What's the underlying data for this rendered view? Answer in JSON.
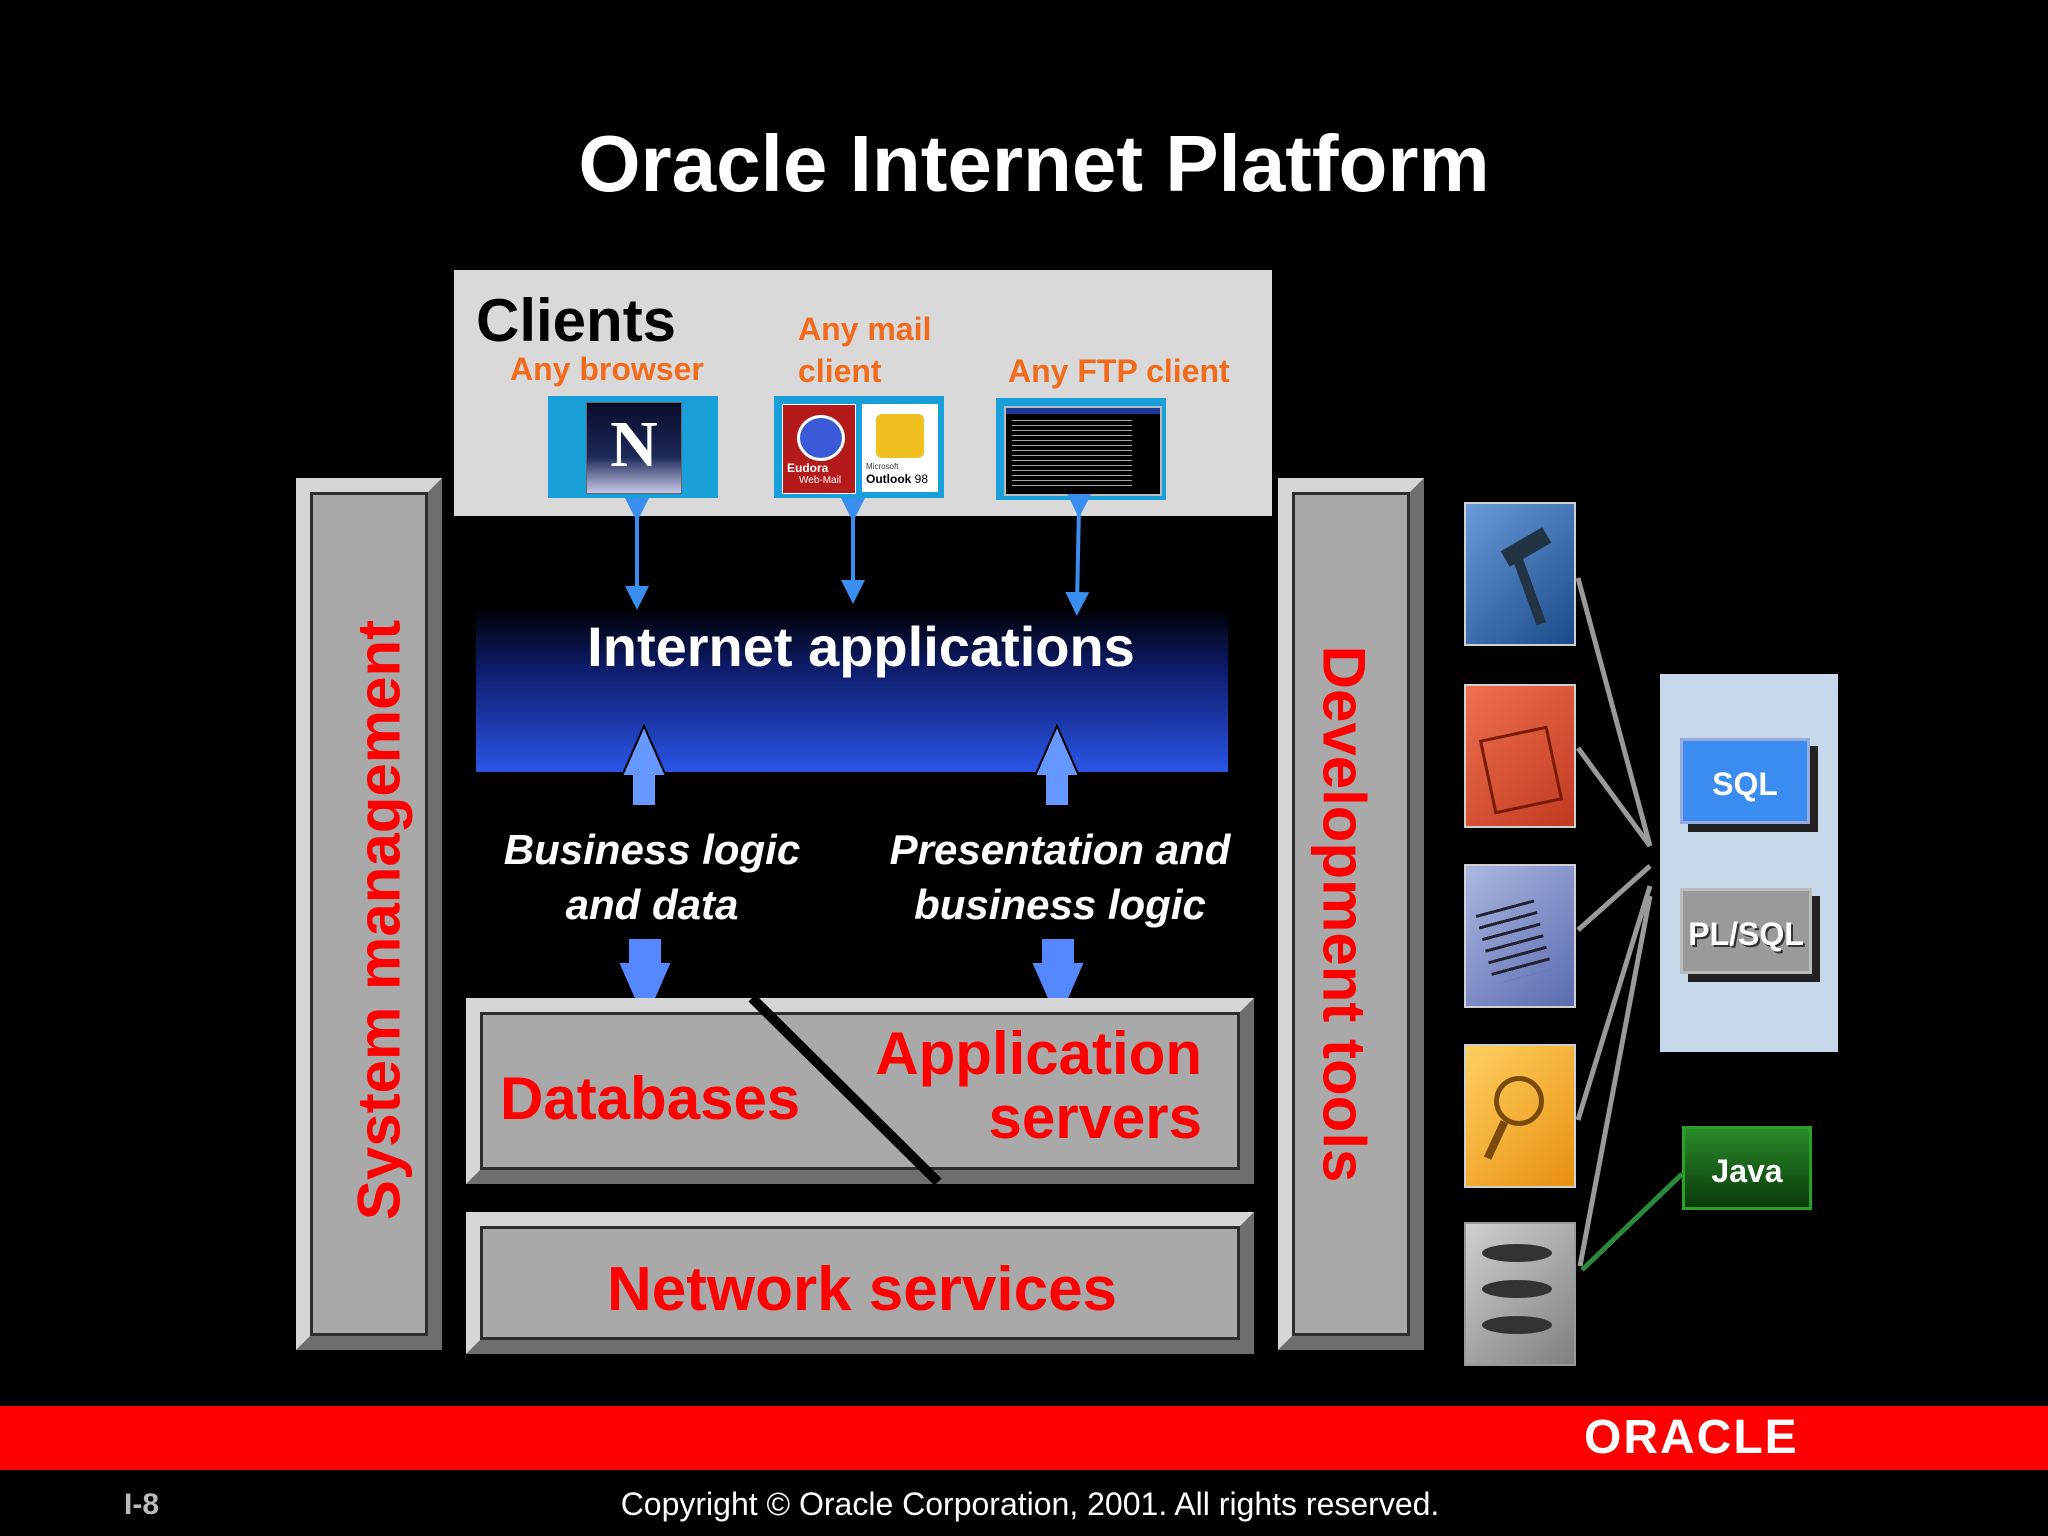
{
  "title": "Oracle Internet Platform",
  "clients": {
    "heading": "Clients",
    "browser_label": "Any browser",
    "mail_label_line1": "Any mail",
    "mail_label_line2": "client",
    "ftp_label": "Any FTP client",
    "netscape_letter": "N",
    "eudora_text": "Eudora",
    "eudora_sub": "Web-Mail",
    "outlook_small": "Microsoft",
    "outlook_text": "Outlook",
    "outlook_ver": "98"
  },
  "internet_applications": "Internet applications",
  "left_logic_line1": "Business logic",
  "left_logic_line2": "and data",
  "right_logic_line1": "Presentation and",
  "right_logic_line2": "business logic",
  "databases": "Databases",
  "app_servers_line1": "Application",
  "app_servers_line2": "servers",
  "network_services": "Network services",
  "system_management": "System management",
  "development_tools": "Development tools",
  "languages": {
    "sql": "SQL",
    "plsql": "PL/SQL",
    "java": "Java"
  },
  "colors": {
    "accent_red": "#ff0000",
    "orange": "#f26a1b",
    "sql_blue": "#3b8cf0",
    "java_green": "#1e6e1e"
  },
  "footer": {
    "brand": "ORACLE",
    "page": "I-8",
    "copyright": "Copyright © Oracle Corporation, 2001. All rights reserved."
  }
}
